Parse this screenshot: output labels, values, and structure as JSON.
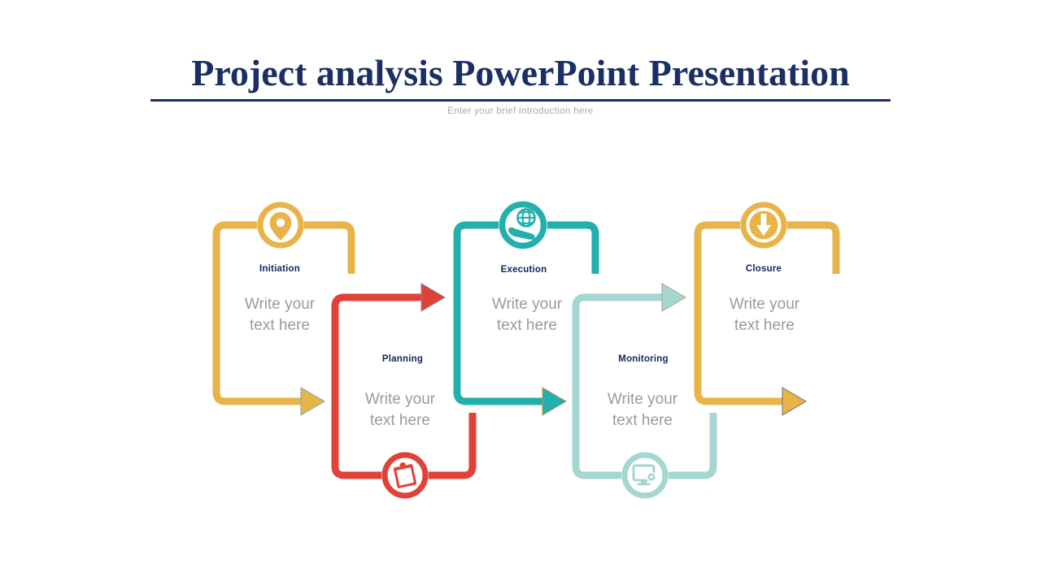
{
  "slide": {
    "title": "Project analysis PowerPoint Presentation",
    "subtitle": "Enter your brief introduction here",
    "title_color": "#1b2f64",
    "subtitle_color": "#a9a9a9",
    "background_color": "#ffffff"
  },
  "diagram": {
    "type": "process-flow",
    "orientation": "zigzag-horizontal",
    "stage_count": 5,
    "stages": [
      {
        "label": "Initiation",
        "body": "Write your\ntext here",
        "color": "#e8b44a",
        "icon": "location-pin-icon",
        "icon_position": "top",
        "row": "upper",
        "arrow_direction": "right"
      },
      {
        "label": "Planning",
        "body": "Write your\ntext here",
        "color": "#e04238",
        "icon": "clipboard-note-icon",
        "icon_position": "bottom",
        "row": "lower",
        "arrow_direction": "right"
      },
      {
        "label": "Execution",
        "body": "Write your\ntext here",
        "color": "#22afae",
        "icon": "globe-in-hand-icon",
        "icon_position": "top",
        "row": "upper",
        "arrow_direction": "right"
      },
      {
        "label": "Monitoring",
        "body": "Write your\ntext here",
        "color": "#a5d6d2",
        "icon": "monitor-settings-icon",
        "icon_position": "bottom",
        "row": "lower",
        "arrow_direction": "right"
      },
      {
        "label": "Closure",
        "body": "Write your\ntext here",
        "color": "#e8b44a",
        "icon": "download-arrow-circle-icon",
        "icon_position": "top",
        "row": "upper",
        "arrow_direction": "right"
      }
    ]
  }
}
